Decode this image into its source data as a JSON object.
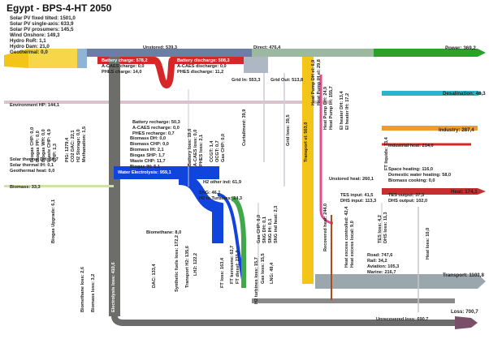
{
  "title": "Egypt - BPS-4-HT 2050",
  "sources": [
    "Solar PV fixed tilted: 1501,0",
    "Solar PV single-axis: 633,9",
    "Solar PV prosumers: 145,5",
    "Wind Onshore: 149,3",
    "Hydro RoR: 1,1",
    "Hydro Dam: 21,0",
    "Geothermal: 0,0"
  ],
  "labels": {
    "unstored": "Unstored: 539,3",
    "direct": "Direct: 476,4",
    "power": "Power: 369,2",
    "battery_charge": "Battery charge: 578,2",
    "acaes_charge": "A-CAES charge: 0,0",
    "phes_charge": "PHES charge: 14,0",
    "battery_discharge": "Battery discharge: 508,3",
    "acaes_discharge": "A-CAES discharge: 0,0",
    "phes_discharge": "PHES discharge: 11,2",
    "grid_in": "Grid In: 553,3",
    "grid_out": "Grid Out: 513,8",
    "desalination": "Desalination: 48,3",
    "env_hp": "Environment HP: 144,1",
    "hp_dh_el": "Heat Pump DH el: 6,9",
    "hp_ih_el": "Heat Pump IH el: 29,8",
    "hp_dh": "Heat Pump DH: 24,9",
    "hp_ih": "Heat Pump IH: 155,7",
    "el_heater_dh": "El heater DH: 13,4",
    "el_heater_ih": "El heater IH: 17,2",
    "battery_recharge": "Battery recharge: 50,3",
    "acaes_recharge": "A-CAES recharge: 0,0",
    "phes_recharge": "PHES recharge: 0,7",
    "battery_loss": "Battery loss: 19,6",
    "acaes_loss": "A-CAES loss: 0,0",
    "phes_loss": "PHES loss: 2,1",
    "curtailment": "Curtailment: 39,9",
    "grid_loss": "Grid loss: 39,5",
    "transport_el": "Transport el: 503,0",
    "ccgt": "CCGT: 1,4",
    "ocgt": "OCGT: 0,7",
    "gas_chp": "Gas CHP: 0,0",
    "industry": "Industry: 287,4",
    "ft_liquids": "FT liquids: 73,4",
    "industrial_heat": "Industrial heat: 214,0",
    "biogas_chp": "Biogas CHP: 0,0",
    "biogas_pp": "Biogas PP: 0,0",
    "biogas_wh": "Biogas WH: 0,0",
    "waste_chp": "Waste CHP: 4,9",
    "chp": "CHP: 1,3",
    "pig": "PIG: 1279,4",
    "co2_dac": "CO2 DAC: 22,1",
    "h2_storage": "H2 Storage: 0,0",
    "methanation": "Methanation: 1,5",
    "solar_thermal_dh": "Solar thermal DH: 56,7",
    "solar_thermal_ih": "Solar thermal IH: 0,1",
    "geothermal_heat": "Geothermal heat: 0,0",
    "biomass_dh": "Biomass DH: 0,0",
    "biomass_chp": "Biomass CHP: 0,0",
    "biomass_ih": "Biomass IH: 2,1",
    "biogas_shp": "Biogas SHP: 1,7",
    "waste_chp2": "Waste CHP: 11,7",
    "biogas_ih": "Biogas IH: 5,1",
    "h2_other_ind": "H2 other ind: 61,9",
    "unstored_heat": "Unstored heat: 260,1",
    "space_heating": "Space heating: 116,0",
    "domestic_water": "Domestic water heating: 58,0",
    "biomass_cooking": "Biomass cooking: 0,0",
    "heat": "Heat: 174,1",
    "biomass": "Biomass: 33,3",
    "water_electrolysis": "Water Electrolysis: 959,1",
    "sng": "SNG: 46,1",
    "h2_to_turbines": "H2 to Turbines: 24,3",
    "gas_chp2": "Gas CHP: 0,0",
    "sng_dh": "SNG DH: 0,1",
    "sng_ih": "SNG IH: 0,1",
    "sng_ind_heat": "SNG ind heat: 2,3",
    "recovered_heat": "Recovered heat: 244,0",
    "tes_input": "TES input: 41,5",
    "dhs_input": "DHS input: 113,3",
    "tes_output": "TES output: 37,3",
    "dhs_output": "DHS output: 102,0",
    "biogas_upgrade": "Biogas Upgrade: 6,1",
    "biomethane": "Biomethane: 8,0",
    "heat_excess_ctrl": "Heat excess controlled: 42,4",
    "heat_excess_local": "Heat excess local: 9,0",
    "tes_loss": "TES loss: 4,2",
    "dhs_loss": "DHS loss: 11,3",
    "heat_loss": "Heat loss: 10,0",
    "dac": "DAC: 133,4",
    "synthetic_fuels_loss": "Synthetic fuels loss: 172,2",
    "transport_h2": "Transport H2: 135,6",
    "lh2": "LH2: 122,2",
    "ft_loss": "FT loss: 163,4",
    "ft_kerosene": "FT kerosene: 62,7",
    "ft_diesel": "FT diesel: 231,0",
    "h2_turbines_loss": "H2 turbines loss: 15,7",
    "gas_loss": "Gas loss: 15,5",
    "lng": "LNG: 49,4",
    "biomethane_loss": "Biomethane loss: 2,6",
    "biomass_loss": "Biomass loss: 3,2",
    "electrolysis_loss": "Electrolysis loss: 410,6",
    "road": "Road: 747,6",
    "rail": "Rail: 34,2",
    "aviation": "Aviation: 105,3",
    "marine": "Marine: 216,7",
    "transport": "Transport: 1103,8",
    "unrecovered_loss": "Unrecovered loss: 690,7",
    "loss": "Loss: 700,7"
  },
  "colors": {
    "electricity_unstored": "#6b7fa6",
    "electricity_direct": "#9db8a0",
    "power": "#2ca02c",
    "battery": "#d62728",
    "solar_yellow": "#f2c518",
    "hydrogen": "#1144dd",
    "ft_green": "#3ea84a",
    "transport": "#9aa7ad",
    "loss": "#6b6b6b",
    "heat": "#d62828",
    "industry_orange": "#f29a2e",
    "biomass": "#cfe3a8",
    "desal": "#2bb5c9",
    "pink": "#e34d8a",
    "heat_brown": "#b04a1e"
  }
}
